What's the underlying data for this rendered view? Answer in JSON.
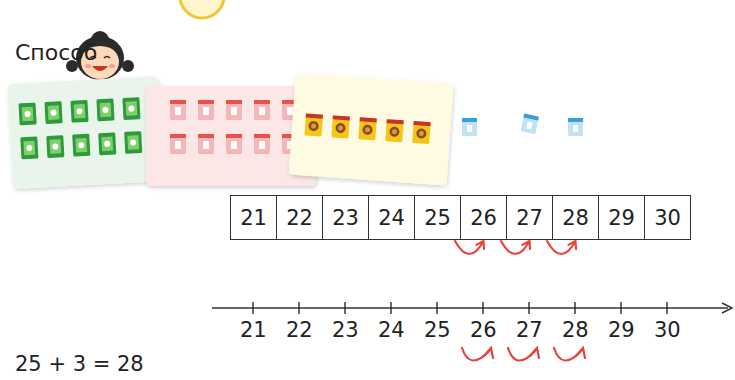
{
  "diagram": {
    "nodes": [
      {
        "text": [
          "21"
        ]
      },
      {
        "text": [
          "22"
        ]
      },
      {
        "text": [
          "23"
        ]
      },
      {
        "text": [
          "24"
        ]
      },
      {
        "text": [
          "25"
        ]
      },
      {
        "text": [
          "26"
        ]
      },
      {
        "text": [
          "27"
        ]
      },
      {
        "text": [
          "28"
        ]
      },
      {
        "text": [
          "29"
        ]
      },
      {
        "text": [
          "30"
        ]
      }
    ],
    "edges": [
      {
        "from": 4,
        "to": 5,
        "arrow": "to"
      },
      {
        "from": 5,
        "to": 6,
        "arrow": "to"
      },
      {
        "from": 6,
        "to": 7,
        "arrow": "to"
      }
    ],
    "labels": [
      "Способ",
      "21",
      "22",
      "23",
      "24",
      "25",
      "26",
      "27",
      "28",
      "29",
      "30",
      "25 + 3 = 28"
    ]
  }
}
